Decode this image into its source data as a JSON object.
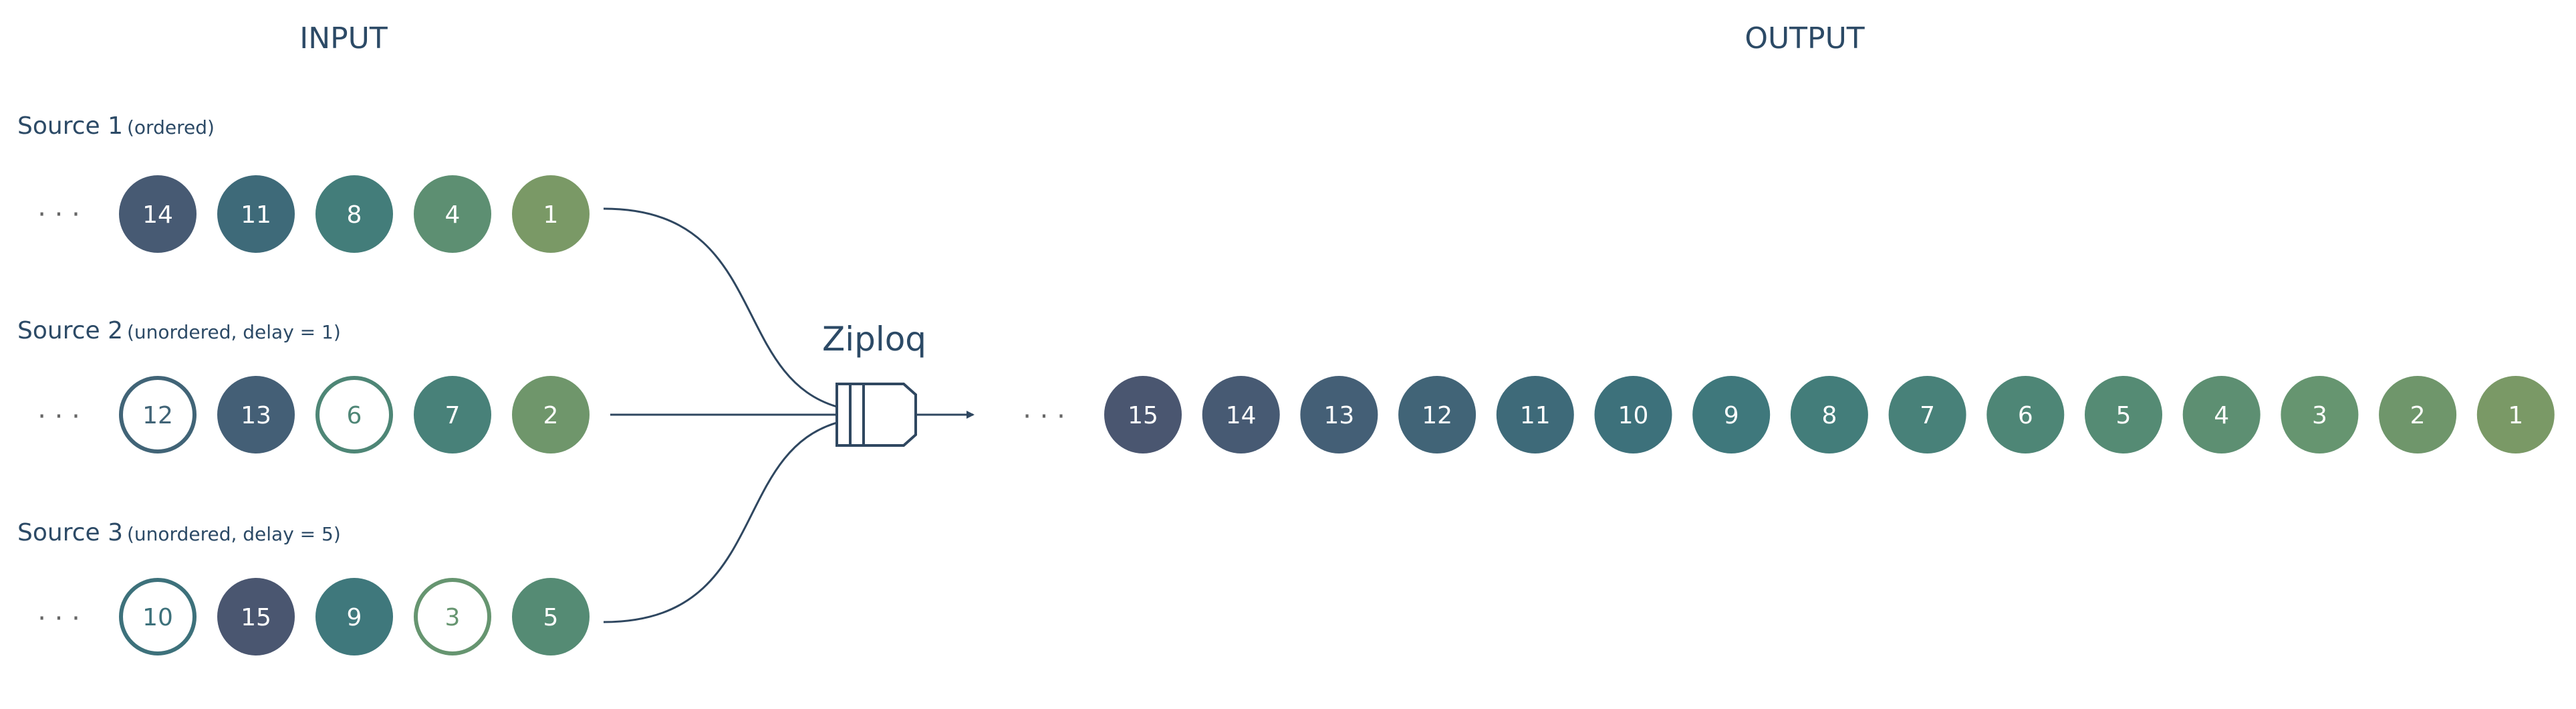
{
  "headings": {
    "input": "INPUT",
    "output": "OUTPUT"
  },
  "sources": [
    {
      "label": "Source 1",
      "note": "(ordered)",
      "ellipsis": "· · ·",
      "items": [
        {
          "value": "14",
          "filled": true
        },
        {
          "value": "11",
          "filled": true
        },
        {
          "value": "8",
          "filled": true
        },
        {
          "value": "4",
          "filled": true
        },
        {
          "value": "1",
          "filled": true
        }
      ]
    },
    {
      "label": "Source 2",
      "note": "(unordered, delay = 1)",
      "ellipsis": "· · ·",
      "items": [
        {
          "value": "12",
          "filled": false
        },
        {
          "value": "13",
          "filled": true
        },
        {
          "value": "6",
          "filled": false
        },
        {
          "value": "7",
          "filled": true
        },
        {
          "value": "2",
          "filled": true
        }
      ]
    },
    {
      "label": "Source 3",
      "note": "(unordered, delay = 5)",
      "ellipsis": "· · ·",
      "items": [
        {
          "value": "10",
          "filled": false
        },
        {
          "value": "15",
          "filled": true
        },
        {
          "value": "9",
          "filled": true
        },
        {
          "value": "3",
          "filled": false
        },
        {
          "value": "5",
          "filled": true
        }
      ]
    }
  ],
  "merger": {
    "label": "Ziploq"
  },
  "output": {
    "ellipsis": "· · ·",
    "items": [
      "15",
      "14",
      "13",
      "12",
      "11",
      "10",
      "9",
      "8",
      "7",
      "6",
      "5",
      "4",
      "3",
      "2",
      "1"
    ]
  },
  "palette": {
    "1": "#7a9966",
    "2": "#6f966b",
    "3": "#669570",
    "4": "#5d8f72",
    "5": "#558b74",
    "6": "#4e8676",
    "7": "#488179",
    "8": "#437d7a",
    "9": "#3f787c",
    "10": "#3d717b",
    "11": "#3e6a79",
    "12": "#416477",
    "13": "#445f76",
    "14": "#475a73",
    "15": "#4a5670",
    "line": "#2f4760",
    "text": "#2c4a66",
    "ellipsis": "#666666"
  }
}
